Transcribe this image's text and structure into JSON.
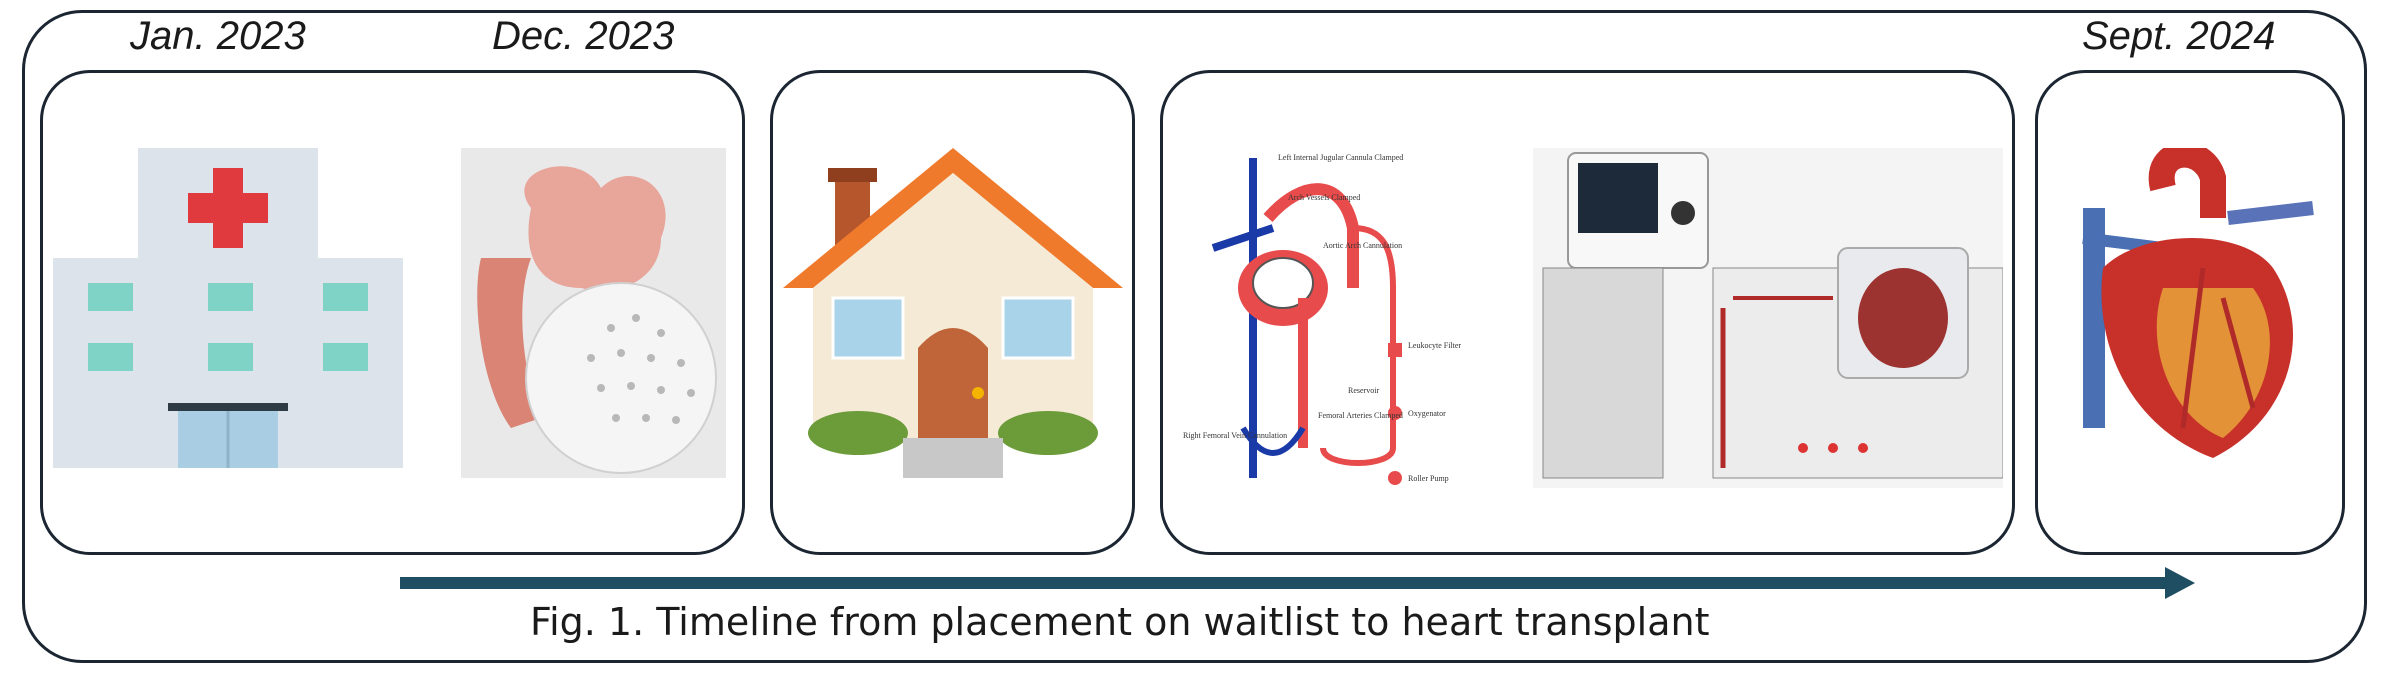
{
  "dates": [
    "Jan. 2023",
    "Dec. 2023",
    "Sept. 2024"
  ],
  "caption": "Fig. 1. Timeline from placement on waitlist to heart transplant",
  "diagram_labels": {
    "l1": "Left Internal Jugular Cannula Clamped",
    "l2": "Arch Vessels Clamped",
    "l3": "Aortic Arch Cannulation",
    "l4": "Leukocyte Filter",
    "l5": "Reservoir",
    "l6": "Oxygenator",
    "l7": "Femoral Arteries Clamped",
    "l8": "Right Femoral Vein Cannulation",
    "l9": "Roller Pump"
  },
  "colors": {
    "outline": "#1b2632",
    "arrow": "#1f4e63",
    "cross": "#e03a3e"
  }
}
